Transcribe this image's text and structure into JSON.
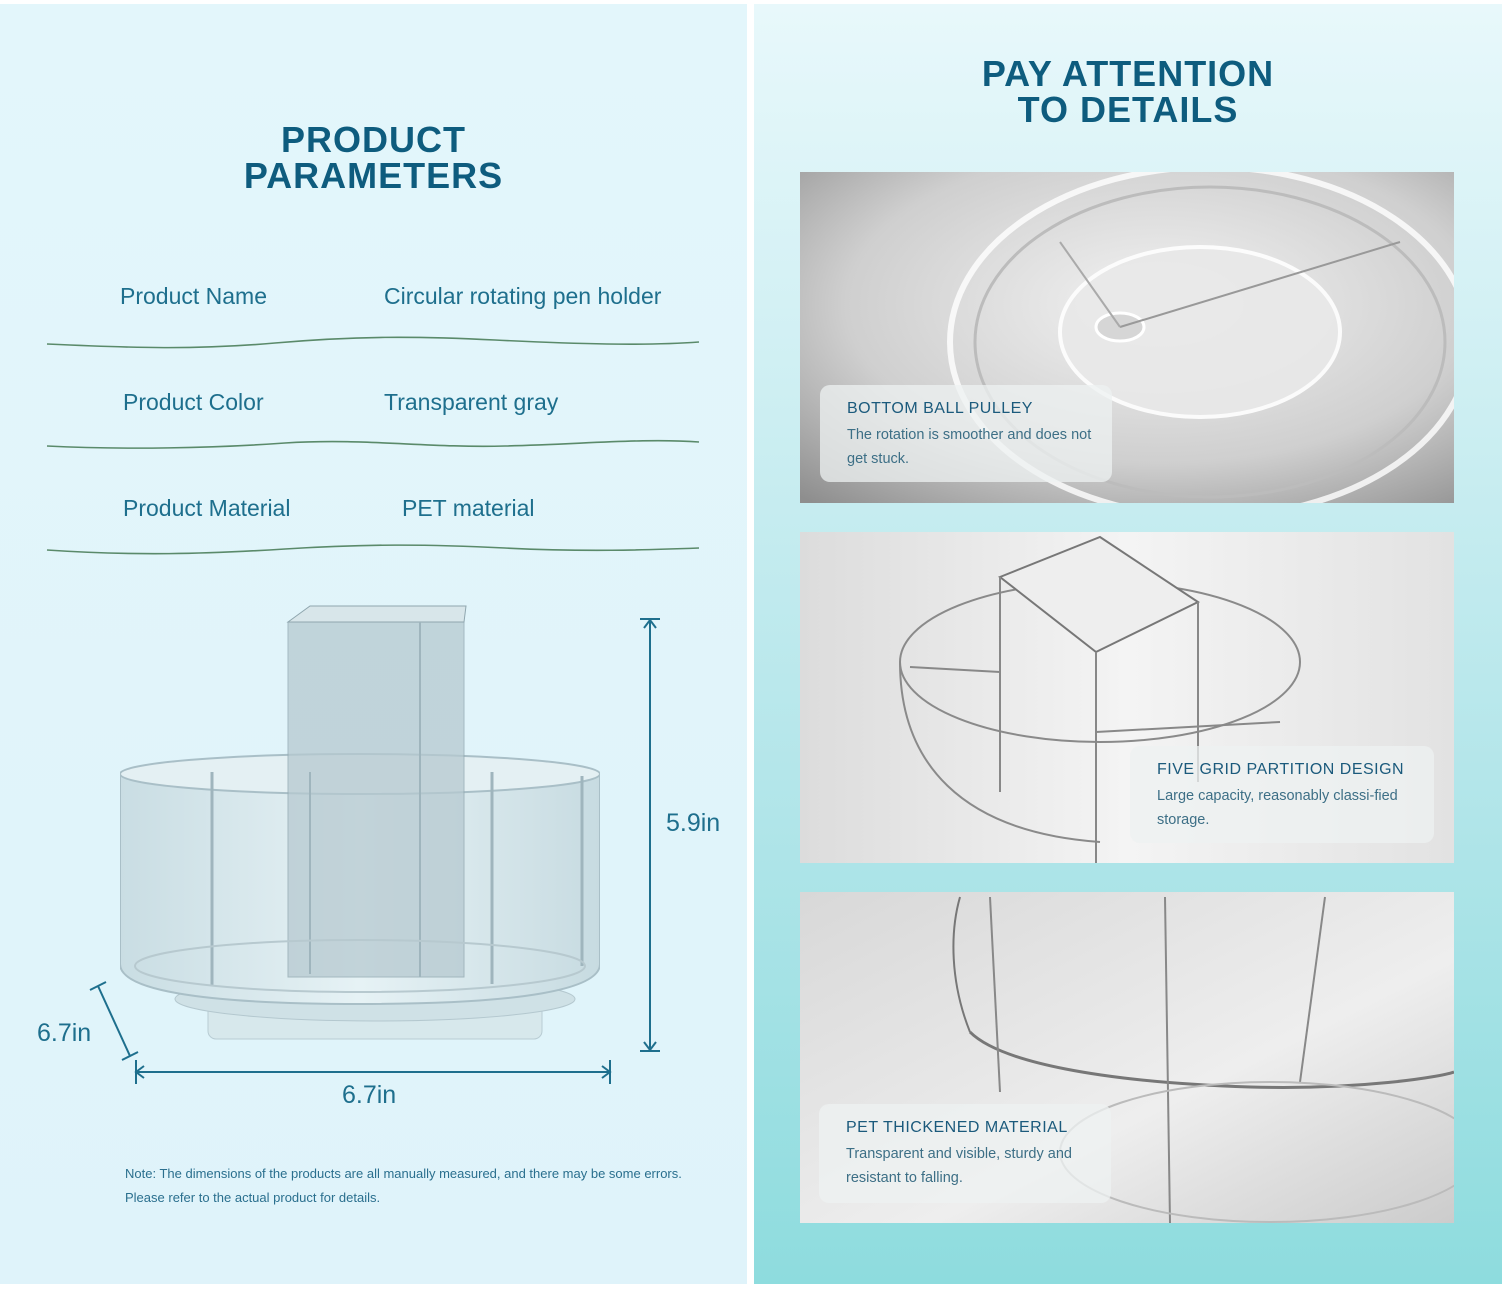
{
  "left": {
    "title_line1": "PRODUCT",
    "title_line2": "PARAMETERS",
    "params": [
      {
        "label": "Product Name",
        "value": "Circular rotating pen holder"
      },
      {
        "label": "Product Color",
        "value": "Transparent gray"
      },
      {
        "label": "Product Material",
        "value": "PET material"
      }
    ],
    "dimensions": {
      "height": "5.9in",
      "depth": "6.7in",
      "width": "6.7in"
    },
    "note": "Note: The dimensions of the products are all manually measured, and there may be some errors. Please refer to the actual product for details."
  },
  "right": {
    "title_line1": "PAY ATTENTION",
    "title_line2": "TO DETAILS",
    "details": [
      {
        "title": "BOTTOM BALL PULLEY",
        "text": "The rotation is smoother and does not get stuck."
      },
      {
        "title": "FIVE GRID PARTITION DESIGN",
        "text": "Large capacity, reasonably classi-fied storage."
      },
      {
        "title": "PET THICKENED MATERIAL",
        "text": "Transparent and visible, sturdy and resistant to falling."
      }
    ]
  },
  "colors": {
    "accent": "#0e5c7e",
    "text": "#1e6f8d",
    "wave": "#5a8a6a",
    "left_bg": "#e3f6fb",
    "right_bg_bottom": "#8edcde"
  }
}
